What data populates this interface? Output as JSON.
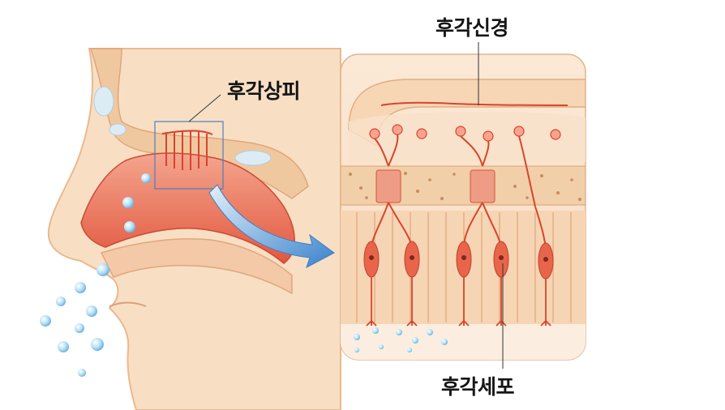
{
  "labels": {
    "olfactory_epithelium": "후각상피",
    "olfactory_nerve": "후각신경",
    "olfactory_cell": "후각세포"
  },
  "colors": {
    "skin": "#f8dfc4",
    "skin_edge": "#e9b98f",
    "nasal_cavity": "#ea6a52",
    "tissue": "#f2cfaa",
    "nerve": "#d9442c",
    "arrow": "#4a8fd0",
    "bubble": "#9fd2f0"
  }
}
